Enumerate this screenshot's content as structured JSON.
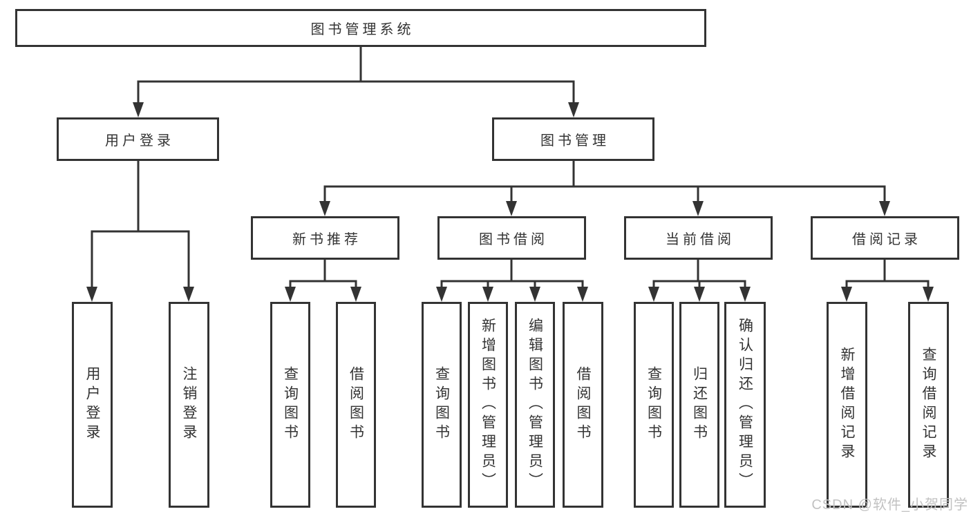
{
  "colors": {
    "line": "#333333",
    "text": "#333333",
    "background": "#ffffff",
    "watermark": "#c2c2c2"
  },
  "diagram": {
    "root": "图书管理系统",
    "branches": [
      {
        "label": "用户登录",
        "leaves": [
          "用户登录",
          "注销登录"
        ]
      },
      {
        "label": "图书管理",
        "groups": [
          {
            "label": "新书推荐",
            "leaves": [
              "查询图书",
              "借阅图书"
            ]
          },
          {
            "label": "图书借阅",
            "leaves": [
              "查询图书",
              "新增图书（管理员）",
              "编辑图书（管理员）",
              "借阅图书"
            ]
          },
          {
            "label": "当前借阅",
            "leaves": [
              "查询图书",
              "归还图书",
              "确认归还（管理员）"
            ]
          },
          {
            "label": "借阅记录",
            "leaves": [
              "新增借阅记录",
              "查询借阅记录"
            ]
          }
        ]
      }
    ]
  },
  "watermark": "CSDN @软件_小贺同学"
}
